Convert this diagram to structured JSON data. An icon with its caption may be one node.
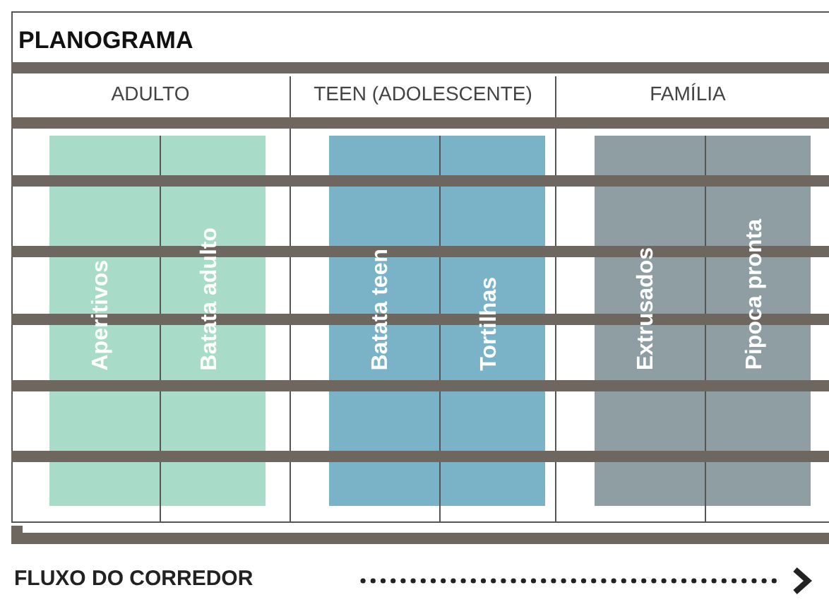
{
  "diagram": {
    "title": "PLANOGRAMA",
    "nodes": [
      {
        "text": [
          "ADULTO"
        ]
      },
      {
        "text": [
          "Aperitivos"
        ],
        "in": 0
      },
      {
        "text": [
          "Batata adulto"
        ],
        "in": 0
      },
      {
        "text": [
          "TEEN (ADOLESCENTE)"
        ]
      },
      {
        "text": [
          "Batata teen"
        ],
        "in": 3
      },
      {
        "text": [
          "Tortilhas"
        ],
        "in": 3
      },
      {
        "text": [
          "FAMÍLIA"
        ]
      },
      {
        "text": [
          "Extrusados"
        ],
        "in": 6
      },
      {
        "text": [
          "Pipoca pronta"
        ],
        "in": 6
      }
    ],
    "labels": [
      "FLUXO DO CORREDOR"
    ]
  }
}
